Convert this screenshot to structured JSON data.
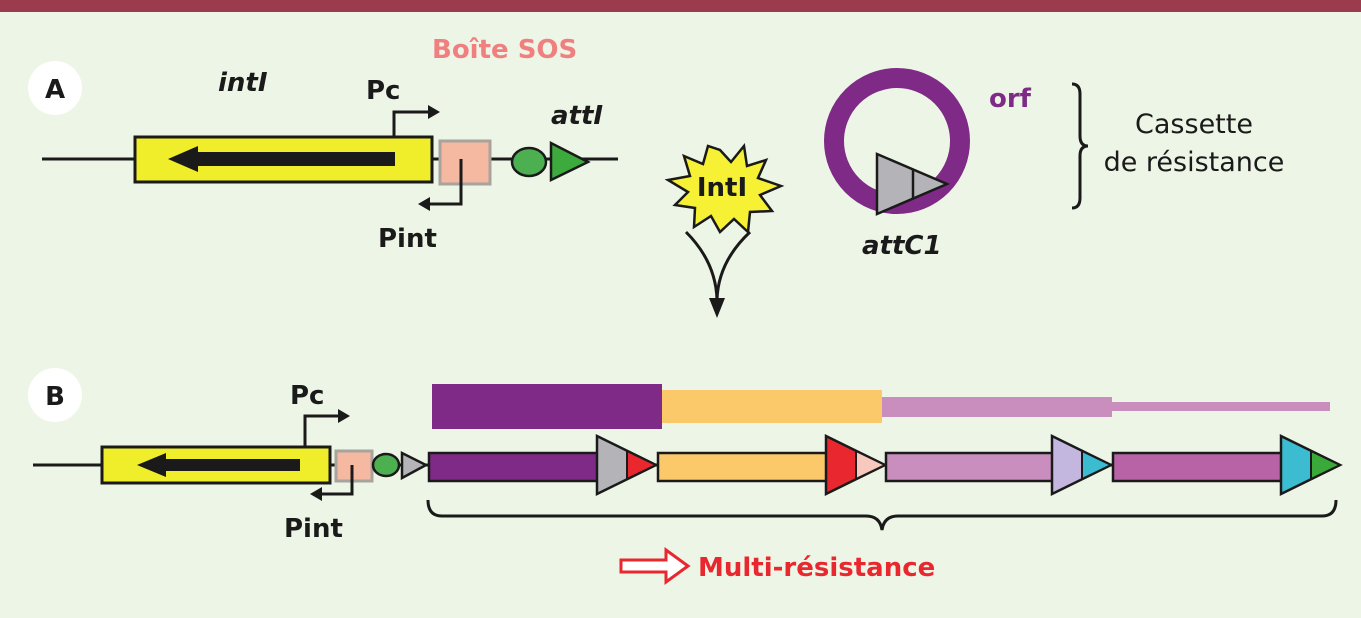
{
  "colors": {
    "header_bar": "#9b3b4d",
    "background": "#edf5e6",
    "intI_box": "#f0ee2a",
    "sos_box": "#f4b9a0",
    "attI_circle": "#4caf50",
    "attI_triangle": "#3daa3d",
    "orf_purple": "#7e2a86",
    "cassette_orange": "#fcc96a",
    "cassette_lilac": "#c98ebd",
    "cassette_magenta": "#b863a6",
    "att_grey": "#b4b4b8",
    "att_red": "#e8282e",
    "att_pink": "#f7c8bd",
    "att_lavender": "#c4b7df",
    "att_cyan": "#3cbcd0",
    "att_green": "#39a93a",
    "multires_red": "#e8282e",
    "sos_label": "#f08080"
  },
  "panel_a": {
    "letter": "A",
    "gene_label": "intI",
    "pc_label": "Pc",
    "pint_label": "Pint",
    "sos_label": "Boîte SOS",
    "att_label": "attI"
  },
  "integrase": {
    "label": "IntI"
  },
  "cassette": {
    "orf_label": "orf",
    "att_label": "attC1",
    "brace_line1": "Cassette",
    "brace_line2": "de résistance"
  },
  "panel_b": {
    "letter": "B",
    "pc_label": "Pc",
    "pint_label": "Pint",
    "multiresistance_label": "Multi-résistance"
  }
}
